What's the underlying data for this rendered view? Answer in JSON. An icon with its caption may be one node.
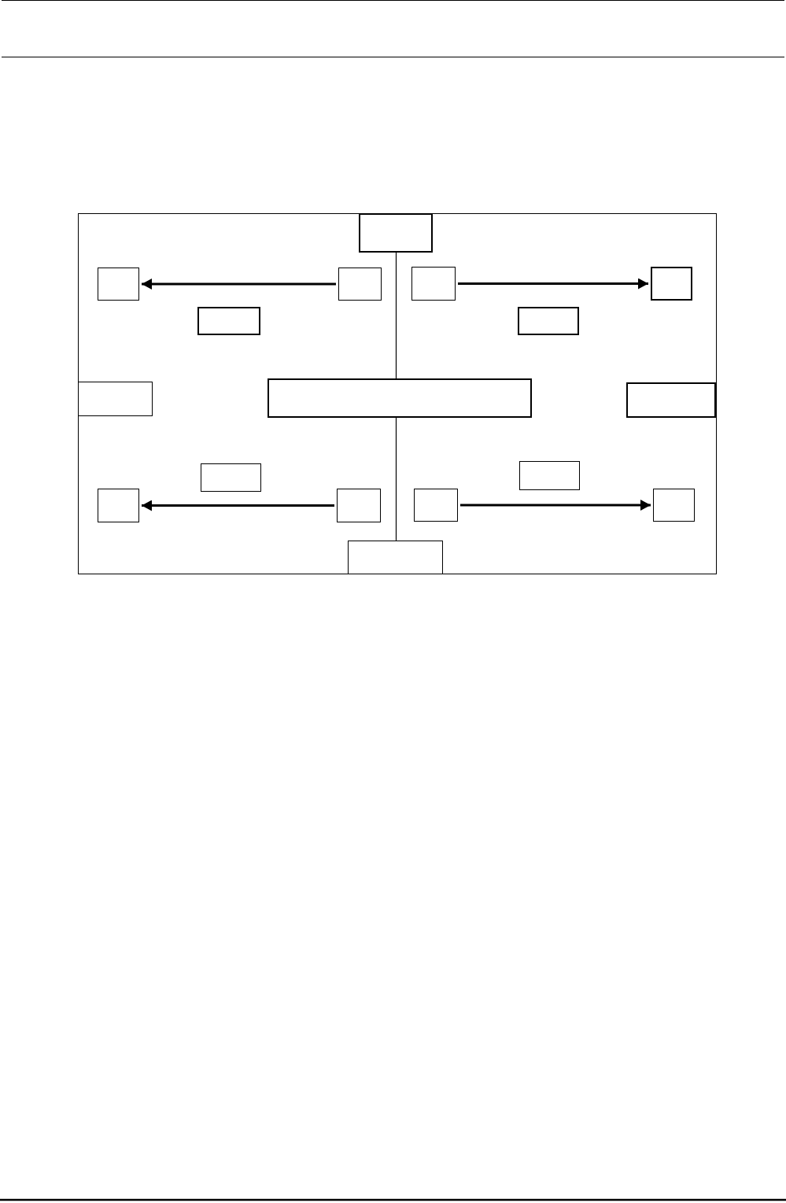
{
  "diagram": {
    "nodes": [
      {
        "text": [],
        "shape": "box"
      },
      {
        "text": [],
        "shape": "box",
        "in": 0
      },
      {
        "text": [],
        "shape": "box",
        "in": 0
      },
      {
        "text": [],
        "shape": "box",
        "in": 0
      },
      {
        "text": [],
        "shape": "box",
        "in": 0
      },
      {
        "text": [],
        "shape": "box",
        "in": 0
      },
      {
        "text": [],
        "shape": "box",
        "in": 0
      },
      {
        "text": [],
        "shape": "box",
        "in": 0
      },
      {
        "text": [],
        "shape": "box",
        "in": 0
      },
      {
        "text": [],
        "shape": "box",
        "in": 0
      },
      {
        "text": [],
        "shape": "box",
        "in": 0
      },
      {
        "text": [],
        "shape": "box",
        "in": 0
      },
      {
        "text": [],
        "shape": "box",
        "in": 0
      },
      {
        "text": [],
        "shape": "box",
        "in": 0
      },
      {
        "text": [],
        "shape": "box",
        "in": 0
      },
      {
        "text": [],
        "shape": "box",
        "in": 0
      },
      {
        "text": [],
        "shape": "box",
        "in": 0
      },
      {
        "text": [],
        "shape": "box",
        "in": 0
      }
    ],
    "edges": [
      {
        "from": 3,
        "to": 2,
        "arrow": "to"
      },
      {
        "from": 4,
        "to": 5,
        "arrow": "to"
      },
      {
        "from": 1,
        "to": 9,
        "arrow": "none"
      },
      {
        "from": 9,
        "to": 17,
        "arrow": "none"
      },
      {
        "from": 14,
        "to": 13,
        "arrow": "to"
      },
      {
        "from": 15,
        "to": 16,
        "arrow": "to"
      }
    ]
  }
}
